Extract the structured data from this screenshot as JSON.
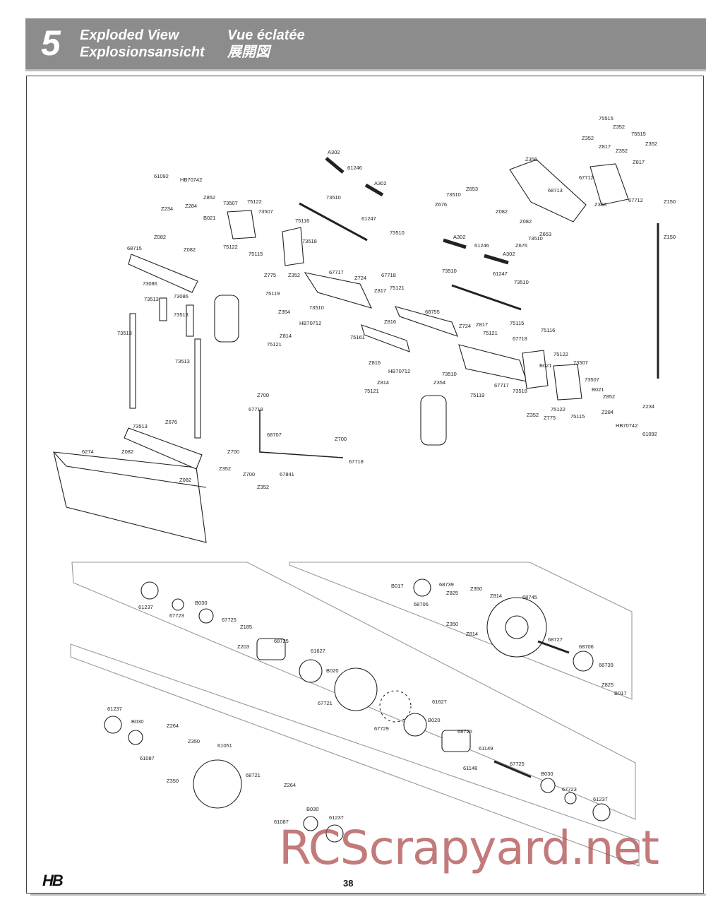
{
  "header": {
    "section_number": "5",
    "title_en": "Exploded View",
    "title_fr": "Vue éclatée",
    "title_de": "Explosionsansicht",
    "title_jp": "展開図"
  },
  "footer": {
    "page_number": "38",
    "logo_text": "HB",
    "watermark": "RCScrapyard.net"
  },
  "part_labels": [
    "75515",
    "Z352",
    "Z352",
    "Z817",
    "75515",
    "Z352",
    "Z352",
    "Z817",
    "Z356",
    "67712",
    "68713",
    "67712",
    "Z358",
    "Z150",
    "Z150",
    "A302",
    "61246",
    "A302",
    "73510",
    "61247",
    "73510",
    "61092",
    "HB70742",
    "Z234",
    "Z284",
    "Z852",
    "75122",
    "73507",
    "73507",
    "B021",
    "75116",
    "73518",
    "75122",
    "75115",
    "Z082",
    "68715",
    "Z082",
    "73086",
    "73086",
    "73513",
    "73513",
    "73513",
    "73513",
    "67717",
    "Z775",
    "Z352",
    "Z724",
    "67718",
    "75119",
    "Z817",
    "75121",
    "Z354",
    "73510",
    "HB70712",
    "Z814",
    "75121",
    "73510",
    "Z653",
    "Z676",
    "Z082",
    "Z082",
    "Z653",
    "Z676",
    "73510",
    "A302",
    "61246",
    "A302",
    "73510",
    "61247",
    "73510",
    "68755",
    "Z816",
    "75115",
    "Z724",
    "Z817",
    "75121",
    "67718",
    "75116",
    "75161",
    "Z816",
    "HB70712",
    "Z814",
    "75121",
    "73510",
    "Z354",
    "67717",
    "75119",
    "73518",
    "75122",
    "B021",
    "73507",
    "73507",
    "B021",
    "Z852",
    "Z284",
    "Z234",
    "HB70742",
    "61092",
    "Z352",
    "Z775",
    "75122",
    "75115",
    "Z700",
    "67718",
    "68707",
    "Z700",
    "Z700",
    "67718",
    "Z352",
    "Z700",
    "67841",
    "Z352",
    "6274",
    "73513",
    "Z676",
    "Z082",
    "Z082",
    "61237",
    "B030",
    "67723",
    "67725",
    "Z185",
    "Z203",
    "68725",
    "61627",
    "B020",
    "67721",
    "67729",
    "61627",
    "B020",
    "68725",
    "61149",
    "61148",
    "67725",
    "B030",
    "67723",
    "61237",
    "B017",
    "68739",
    "68706",
    "Z825",
    "Z350",
    "Z350",
    "Z814",
    "68745",
    "Z814",
    "68727",
    "68706",
    "68739",
    "Z825",
    "B017",
    "61237",
    "B030",
    "Z264",
    "61087",
    "Z350",
    "Z350",
    "61051",
    "68721",
    "Z264",
    "61087",
    "B030",
    "61237"
  ]
}
